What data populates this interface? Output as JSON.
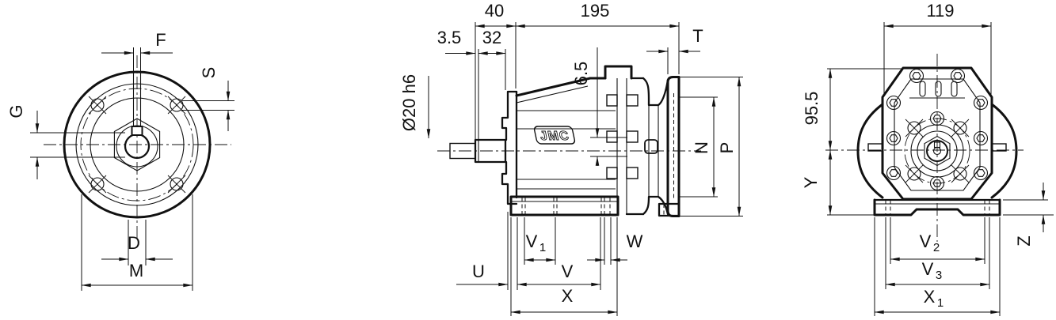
{
  "colors": {
    "line": "#111111",
    "background": "#ffffff"
  },
  "logo": {
    "text": "JMC"
  },
  "front_view": {
    "dim_f": "F",
    "dim_s": "S",
    "dim_g": "G",
    "dim_d": "D",
    "dim_m": "M"
  },
  "side_view": {
    "dim_tip": "3.5",
    "dim_shaft_len": "32",
    "dim_40": "40",
    "dim_195": "195",
    "dim_65": "6.5",
    "shaft_dia": "Ø20 h6",
    "dim_t": "T",
    "dim_n": "N",
    "dim_p": "P",
    "dim_u": "U",
    "dim_v": "V",
    "dim_v1_main": "V",
    "dim_v1_sub": "1",
    "dim_w": "W",
    "dim_x": "X"
  },
  "rear_view": {
    "dim_119": "119",
    "dim_955": "95.5",
    "dim_y": "Y",
    "dim_z": "Z",
    "dim_v2_main": "V",
    "dim_v2_sub": "2",
    "dim_v3_main": "V",
    "dim_v3_sub": "3",
    "dim_x1_main": "X",
    "dim_x1_sub": "1"
  }
}
